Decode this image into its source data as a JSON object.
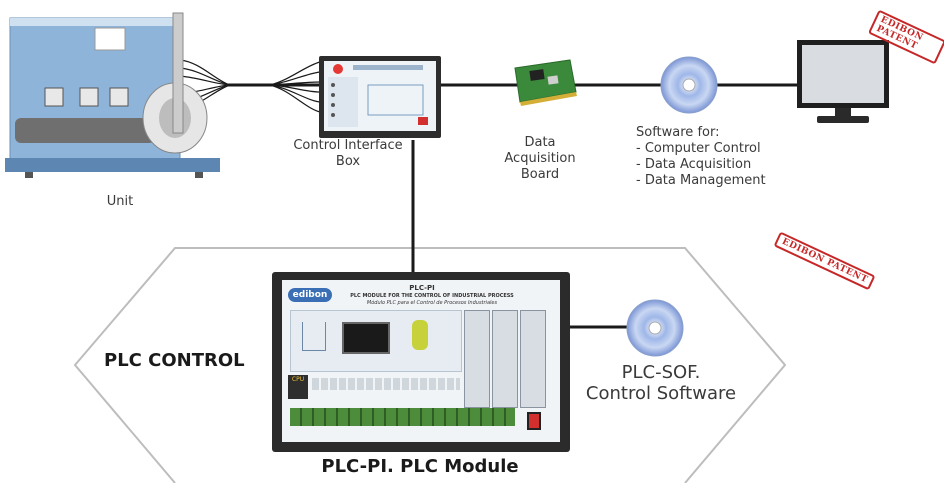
{
  "labels": {
    "unit": "Unit",
    "control_box": "Control Interface\nBox",
    "daq_board": "Data\nAcquisition\nBoard",
    "software_title": "Software for:",
    "software_items": [
      "- Computer Control",
      "- Data Acquisition",
      "- Data Management"
    ],
    "plc_control": "PLC CONTROL",
    "plc_sof": "PLC-SOF.\nControl Software",
    "plc_module": "PLC-PI. PLC Module"
  },
  "stamps": [
    "EDIBON PATENT",
    "EDIBON PATENT"
  ],
  "plc_panel": {
    "brand": "edibon",
    "title": "PLC-PI",
    "subtitle_en": "PLC MODULE FOR THE  CONTROL OF INDUSTRIAL PROCESS",
    "subtitle_es": "Módulo PLC para el Control de Procesos Industriales",
    "cpu": "CPU"
  },
  "colors": {
    "line": "#1a1a1a",
    "hexagon": "#bdbdbd",
    "stamp": "#c62828",
    "panel_blue": "#5b8ec7",
    "board_green": "#3b8a3b"
  }
}
